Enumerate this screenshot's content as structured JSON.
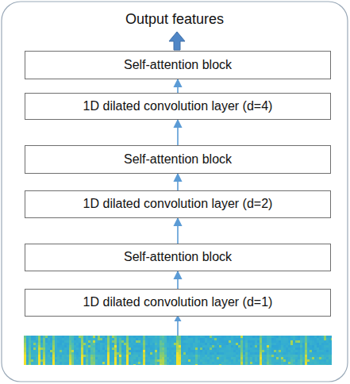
{
  "diagram": {
    "nodes": [
      {
        "text": [
          "Self-attention block"
        ]
      },
      {
        "text": [
          "1D dilated convolution layer (d=4)"
        ]
      },
      {
        "text": [
          "Self-attention block"
        ]
      },
      {
        "text": [
          "1D dilated convolution layer (d=2)"
        ]
      },
      {
        "text": [
          "Self-attention block"
        ]
      },
      {
        "text": [
          "1D dilated convolution layer (d=1)"
        ]
      }
    ],
    "edges": [
      {
        "from": 5,
        "to": 4,
        "arrow": "to"
      },
      {
        "from": 4,
        "to": 3,
        "arrow": "to"
      },
      {
        "from": 3,
        "to": 2,
        "arrow": "to"
      },
      {
        "from": 2,
        "to": 1,
        "arrow": "to"
      },
      {
        "from": 1,
        "to": 0,
        "arrow": "to"
      }
    ],
    "labels": [
      "Output features"
    ]
  }
}
